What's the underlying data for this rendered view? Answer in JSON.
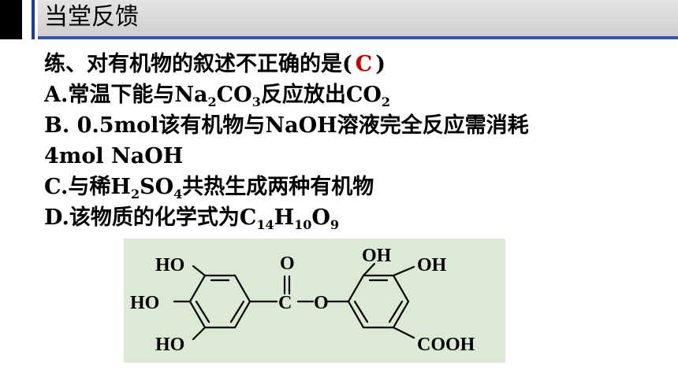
{
  "header": {
    "title": "当堂反馈"
  },
  "question": {
    "stem_prefix": "练、对有机物的叙述不正确的是",
    "paren_open": "(",
    "answer": "C",
    "paren_close": ")"
  },
  "options": {
    "a": {
      "prefix": "A.常温下能与Na",
      "sub1": "2",
      "mid": "CO",
      "sub2": "3",
      "mid2": "反应放出CO",
      "sub3": "2"
    },
    "b": {
      "line1": "B. 0.5mol该有机物与NaOH溶液完全反应需消耗",
      "line2": "4mol NaOH"
    },
    "c": {
      "prefix": "C.与稀H",
      "sub1": "2",
      "mid": "SO",
      "sub2": "4",
      "suffix": "共热生成两种有机物"
    },
    "d": {
      "prefix": "D.该物质的化学式为C",
      "sub1": "14",
      "mid": "H",
      "sub2": "10",
      "mid2": "O",
      "sub3": "9"
    }
  },
  "structure": {
    "labels": {
      "ho_top": "HO",
      "ho_mid": "HO",
      "ho_bottom": "HO",
      "carbonyl_o": "O",
      "carbon": "C",
      "ester_o": "O",
      "oh_upper": "OH",
      "oh_right": "OH",
      "cooh": "COOH"
    },
    "background_color": "#dce9d5"
  }
}
